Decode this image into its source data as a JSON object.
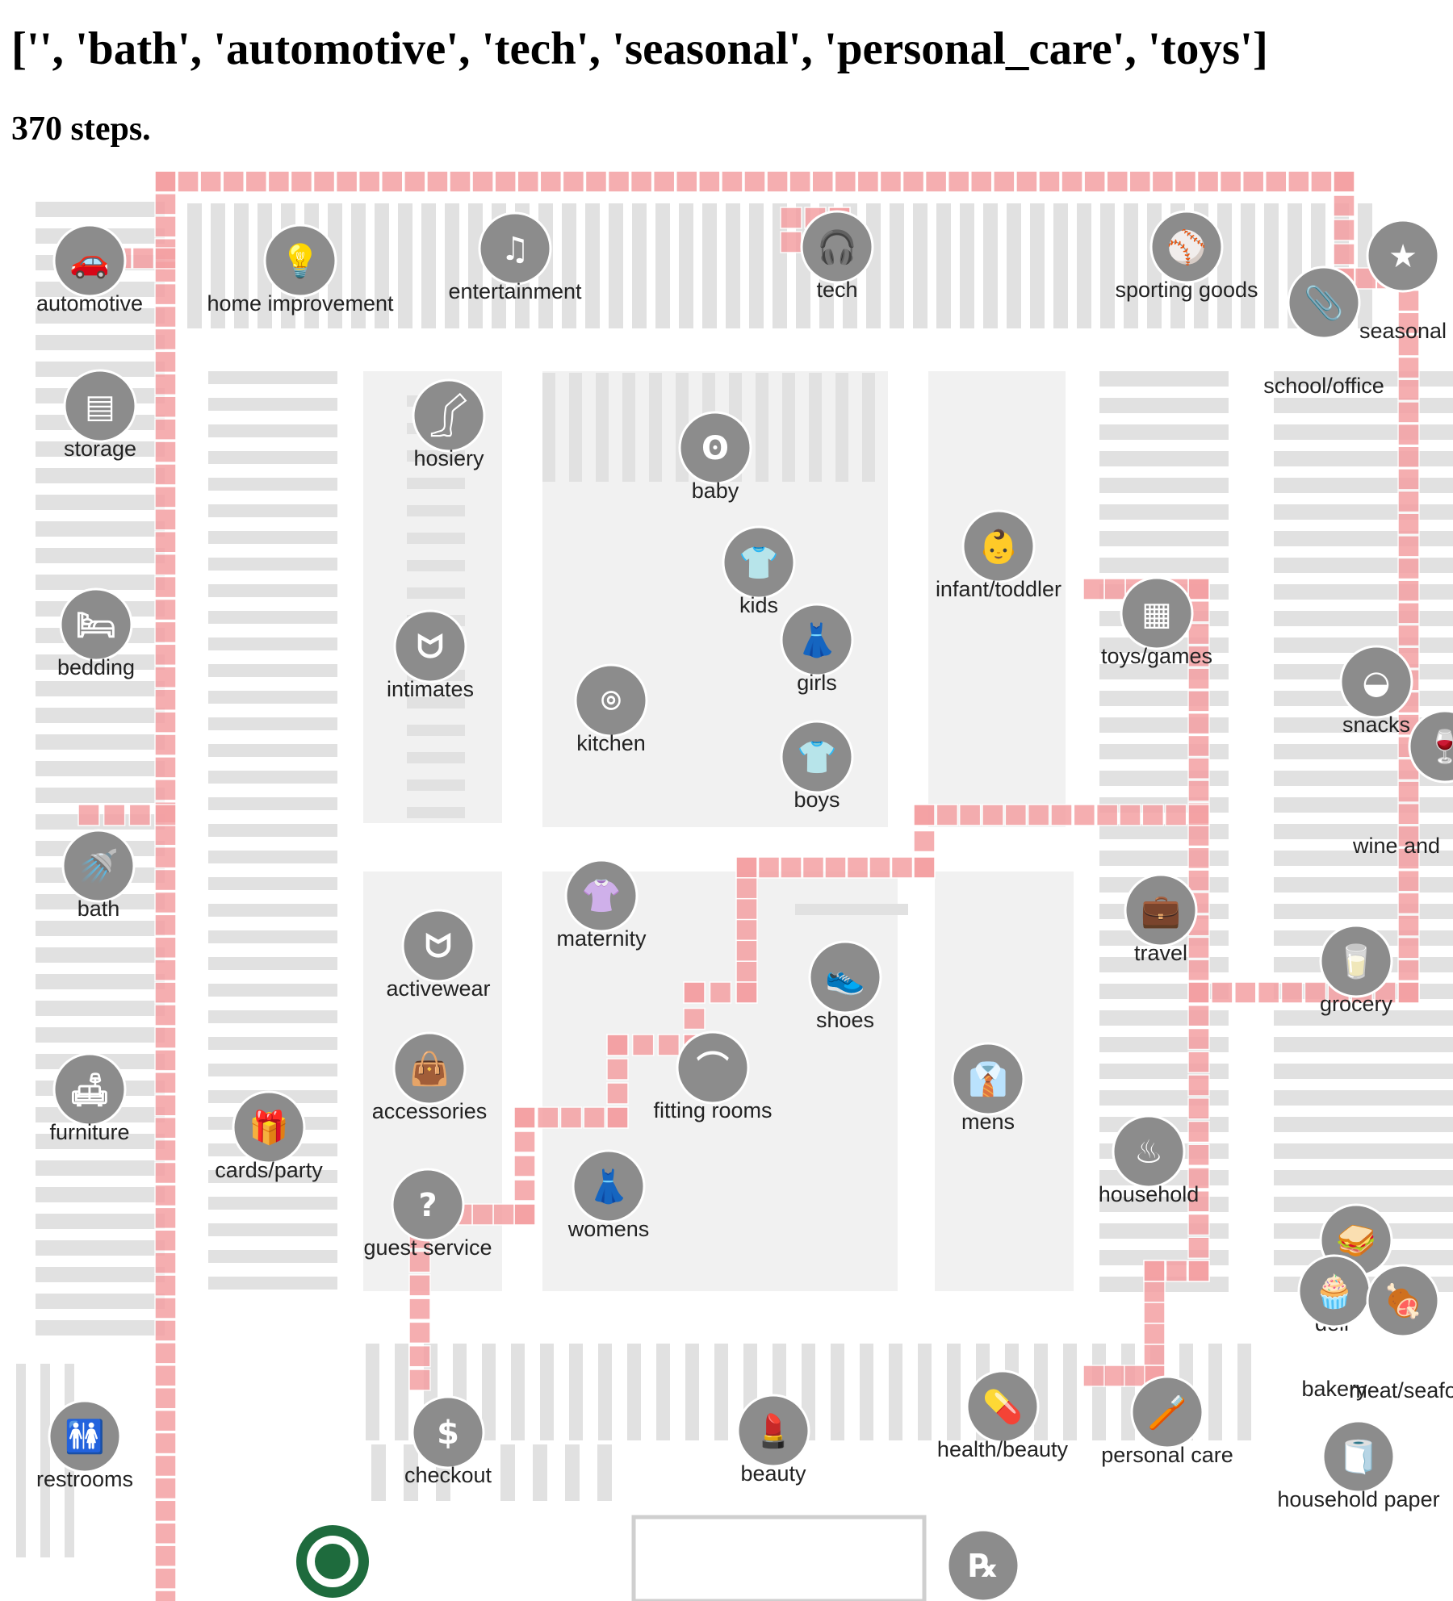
{
  "title": "['', 'bath', 'automotive', 'tech', 'seasonal', 'personal_care', 'toys']",
  "steps": "370 steps.",
  "colors": {
    "background": "#ffffff",
    "aisle": "#e1e1e1",
    "zone": "#f1f1f1",
    "icon_circle": "#8c8c8c",
    "path": "#f4a0a3",
    "starbucks": "#1e6b3d"
  },
  "departments": [
    {
      "id": "automotive",
      "label": "automotive",
      "icon": "car-icon"
    },
    {
      "id": "home-improvement",
      "label": "home improvement",
      "icon": "lightbulb-icon"
    },
    {
      "id": "entertainment",
      "label": "entertainment",
      "icon": "music-note-icon"
    },
    {
      "id": "tech",
      "label": "tech",
      "icon": "headphones-icon"
    },
    {
      "id": "sporting-goods",
      "label": "sporting goods",
      "icon": "baseball-icon"
    },
    {
      "id": "school-office",
      "label": "school/office",
      "icon": "paperclip-icon"
    },
    {
      "id": "seasonal",
      "label": "seasonal",
      "icon": "star-icon"
    },
    {
      "id": "storage",
      "label": "storage",
      "icon": "storage-bins-icon"
    },
    {
      "id": "hosiery",
      "label": "hosiery",
      "icon": "leg-icon"
    },
    {
      "id": "baby",
      "label": "baby",
      "icon": "pacifier-icon"
    },
    {
      "id": "kids",
      "label": "kids",
      "icon": "kids-clothes-icon"
    },
    {
      "id": "infant-toddler",
      "label": "infant/toddler",
      "icon": "onesie-icon"
    },
    {
      "id": "toys-games",
      "label": "toys/games",
      "icon": "checkerboard-icon"
    },
    {
      "id": "bedding",
      "label": "bedding",
      "icon": "bed-icon"
    },
    {
      "id": "intimates",
      "label": "intimates",
      "icon": "bra-icon"
    },
    {
      "id": "kitchen",
      "label": "kitchen",
      "icon": "whisk-icon"
    },
    {
      "id": "girls",
      "label": "girls",
      "icon": "dress-icon"
    },
    {
      "id": "snacks",
      "label": "snacks",
      "icon": "snack-bowl-icon"
    },
    {
      "id": "boys",
      "label": "boys",
      "icon": "tshirt-icon"
    },
    {
      "id": "wine",
      "label": "wine and",
      "icon": "wine-bottle-icon"
    },
    {
      "id": "bath",
      "label": "bath",
      "icon": "shower-icon"
    },
    {
      "id": "maternity",
      "label": "maternity",
      "icon": "maternity-top-icon"
    },
    {
      "id": "travel",
      "label": "travel",
      "icon": "suitcase-icon"
    },
    {
      "id": "activewear",
      "label": "activewear",
      "icon": "sports-bra-icon"
    },
    {
      "id": "shoes",
      "label": "shoes",
      "icon": "sneaker-icon"
    },
    {
      "id": "grocery",
      "label": "grocery",
      "icon": "milk-carton-icon"
    },
    {
      "id": "accessories",
      "label": "accessories",
      "icon": "handbag-icon"
    },
    {
      "id": "fitting-rooms",
      "label": "fitting rooms",
      "icon": "hanger-icon"
    },
    {
      "id": "mens",
      "label": "mens",
      "icon": "shirt-icon"
    },
    {
      "id": "furniture",
      "label": "furniture",
      "icon": "sofa-icon"
    },
    {
      "id": "cards-party",
      "label": "cards/party",
      "icon": "gift-icon"
    },
    {
      "id": "household",
      "label": "household",
      "icon": "spray-bottle-icon"
    },
    {
      "id": "womens",
      "label": "womens",
      "icon": "womens-dress-icon"
    },
    {
      "id": "guest-service",
      "label": "guest service",
      "icon": "question-mark-icon"
    },
    {
      "id": "deli",
      "label": "deli",
      "icon": "sandwich-icon"
    },
    {
      "id": "bakery",
      "label": "bakery",
      "icon": "cupcake-icon"
    },
    {
      "id": "meat-seafood",
      "label": "meat/seafo",
      "icon": "meat-icon"
    },
    {
      "id": "restrooms",
      "label": "restrooms",
      "icon": "restroom-icon"
    },
    {
      "id": "checkout",
      "label": "checkout",
      "icon": "dollar-icon"
    },
    {
      "id": "beauty",
      "label": "beauty",
      "icon": "lipstick-icon"
    },
    {
      "id": "health-beauty",
      "label": "health/beauty",
      "icon": "pill-bottle-icon"
    },
    {
      "id": "personal-care",
      "label": "personal care",
      "icon": "toothbrush-icon"
    },
    {
      "id": "household-paper",
      "label": "household paper",
      "icon": "paper-towel-icon"
    },
    {
      "id": "pharmacy",
      "label": "",
      "icon": "rx-icon"
    },
    {
      "id": "starbucks",
      "label": "",
      "icon": "starbucks-logo-icon"
    }
  ]
}
